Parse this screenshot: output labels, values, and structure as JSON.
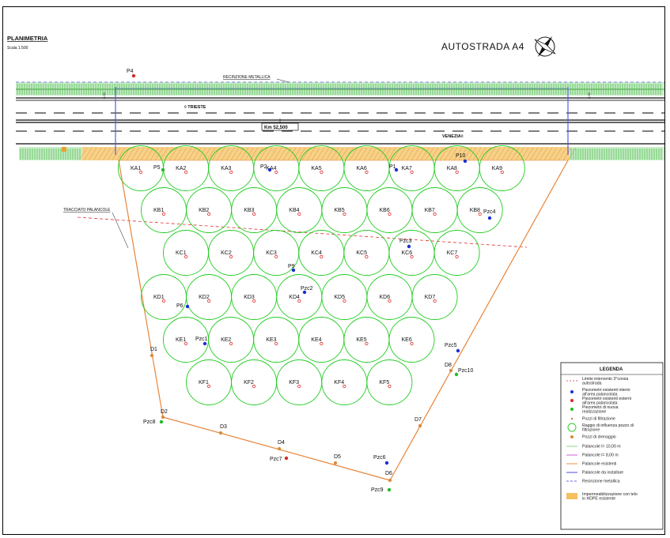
{
  "header": {
    "title": "PLANIMETRIA",
    "scale": "Scala 1:500",
    "road_name": "AUTOSTRADA A4"
  },
  "road": {
    "barrier_label": "RECINZIONE METALLICA",
    "direction_trieste": "◊ TRIESTE",
    "km_marker": "Km 52,500",
    "direction_venezia": "VENEZIA◊",
    "dim_left": "8,00",
    "dim_right": "8,00"
  },
  "sheet_pile_label": "TRACCIATO PALANCOLE",
  "piezometers": [
    {
      "id": "P4",
      "kind": "red"
    },
    {
      "id": "P5",
      "kind": "green"
    },
    {
      "id": "P2",
      "kind": "blue"
    },
    {
      "id": "P1",
      "kind": "blue"
    },
    {
      "id": "P10",
      "kind": "blue"
    },
    {
      "id": "Pzc4",
      "kind": "blue"
    },
    {
      "id": "Pzc3",
      "kind": "blue"
    },
    {
      "id": "P9",
      "kind": "blue"
    },
    {
      "id": "Pzc2",
      "kind": "blue"
    },
    {
      "id": "P6",
      "kind": "blue"
    },
    {
      "id": "Pzc1",
      "kind": "blue"
    },
    {
      "id": "Pzc5",
      "kind": "blue"
    },
    {
      "id": "Pzc10",
      "kind": "green"
    },
    {
      "id": "Pzc8",
      "kind": "green"
    },
    {
      "id": "Pzc7",
      "kind": "red"
    },
    {
      "id": "Pzc6",
      "kind": "blue"
    },
    {
      "id": "Pzc9",
      "kind": "green"
    }
  ],
  "wells": [
    {
      "row": "A",
      "labels": [
        "KA1",
        "KA2",
        "KA3",
        "KA4",
        "KA5",
        "KA6",
        "KA7",
        "KA8",
        "KA9"
      ]
    },
    {
      "row": "B",
      "labels": [
        "KB1",
        "KB2",
        "KB3",
        "KB4",
        "KB5",
        "KB6",
        "KB7",
        "KB8"
      ]
    },
    {
      "row": "C",
      "labels": [
        "KC1",
        "KC2",
        "KC3",
        "KC4",
        "KC5",
        "KC6",
        "KC7"
      ]
    },
    {
      "row": "D",
      "labels": [
        "KD1",
        "KD2",
        "KD3",
        "KD4",
        "KD5",
        "KD6",
        "KD7"
      ]
    },
    {
      "row": "E",
      "labels": [
        "KE1",
        "KE2",
        "KE3",
        "KE4",
        "KE5",
        "KE6"
      ]
    },
    {
      "row": "F",
      "labels": [
        "KF1",
        "KF2",
        "KF3",
        "KF4",
        "KF5"
      ]
    }
  ],
  "drain_points": [
    "D1",
    "D2",
    "D3",
    "D4",
    "D5",
    "D6",
    "D7",
    "D8"
  ],
  "legend": {
    "title": "LEGENDA",
    "items": [
      "Limite intervento 3°corsia autostrada",
      "Piezometri esistenti interni all'area palancolata",
      "Piezometri esistenti esterni all'area palancolata",
      "Piezometri di nuova realizzazione",
      "Pozzi di filtrazione",
      "Raggio di influenza pozzo di filtrazione",
      "Pozzi di drenaggio",
      "Palancole l= 10,00 m",
      "Palancole l= 8,00 m",
      "Palancole esistenti",
      "Palancole da installare",
      "Recinzione metallica",
      "Impermeabilizzazione con telo in HDPE esistente"
    ]
  },
  "colors": {
    "well_circle": "#22cc22",
    "well_center": "#e03030",
    "piezo_blue": "#1a2fd0",
    "piezo_red": "#d42a2a",
    "piezo_green": "#22bb22",
    "drain": "#d98a3a",
    "sheet_pile": "#e8853a",
    "vertical_line": "#5a5ae0",
    "hdpe": "#f5c060",
    "road_line": "#333333"
  }
}
